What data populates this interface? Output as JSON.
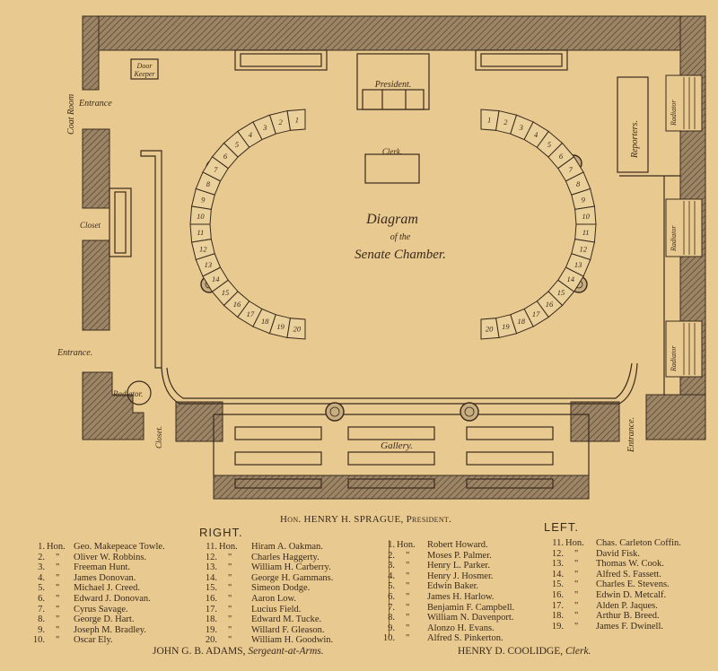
{
  "diagram": {
    "title_line1": "Diagram",
    "title_line2": "of the",
    "title_line3": "Senate Chamber.",
    "labels": {
      "president": "President.",
      "clerk": "Clerk.",
      "reporters": "Reporters.",
      "gallery": "Gallery.",
      "coat_room": "Coat Room",
      "entrance_top": "Entrance",
      "entrance_left": "Entrance.",
      "entrance_right": "Entrance.",
      "closet_left": "Closet",
      "closet_bottom": "Closet.",
      "door_keeper_line1": "Door",
      "door_keeper_line2": "Keeper",
      "radiator_left": "Radiator.",
      "radiator_right": "Radiator"
    },
    "seat_numbers": [
      "1",
      "2",
      "3",
      "4",
      "5",
      "6",
      "7",
      "8",
      "9",
      "10",
      "11",
      "12",
      "13",
      "14",
      "15",
      "16",
      "17",
      "18",
      "19",
      "20"
    ]
  },
  "caption": {
    "president_prefix": "Hon.",
    "president_name": "HENRY H. SPRAGUE,",
    "president_title": "President."
  },
  "headings": {
    "right": "RIGHT.",
    "left": "LEFT."
  },
  "hon": "Hon.",
  "ditto": "\"",
  "right_col1": [
    {
      "n": "1.",
      "name": "Geo. Makepeace Towle."
    },
    {
      "n": "2.",
      "name": "Oliver W. Robbins."
    },
    {
      "n": "3.",
      "name": "Freeman Hunt."
    },
    {
      "n": "4.",
      "name": "James Donovan."
    },
    {
      "n": "5.",
      "name": "Michael J. Creed."
    },
    {
      "n": "6.",
      "name": "Edward J. Donovan."
    },
    {
      "n": "7.",
      "name": "Cyrus Savage."
    },
    {
      "n": "8.",
      "name": "George D. Hart."
    },
    {
      "n": "9.",
      "name": "Joseph M. Bradley."
    },
    {
      "n": "10.",
      "name": "Oscar Ely."
    }
  ],
  "right_col2": [
    {
      "n": "11.",
      "name": "Hiram A. Oakman."
    },
    {
      "n": "12.",
      "name": "Charles Haggerty."
    },
    {
      "n": "13.",
      "name": "William H. Carberry."
    },
    {
      "n": "14.",
      "name": "George H. Gammans."
    },
    {
      "n": "15.",
      "name": "Simeon Dodge."
    },
    {
      "n": "16.",
      "name": "Aaron Low."
    },
    {
      "n": "17.",
      "name": "Lucius Field."
    },
    {
      "n": "18.",
      "name": "Edward M. Tucke."
    },
    {
      "n": "19.",
      "name": "Willard F. Gleason."
    },
    {
      "n": "20.",
      "name": "William H. Goodwin."
    }
  ],
  "left_col1": [
    {
      "n": "1.",
      "name": "Robert Howard."
    },
    {
      "n": "2.",
      "name": "Moses P. Palmer."
    },
    {
      "n": "3.",
      "name": "Henry L. Parker."
    },
    {
      "n": "4.",
      "name": "Henry J. Hosmer."
    },
    {
      "n": "5.",
      "name": "Edwin Baker."
    },
    {
      "n": "6.",
      "name": "James H. Harlow."
    },
    {
      "n": "7.",
      "name": "Benjamin F. Campbell."
    },
    {
      "n": "8.",
      "name": "William N. Davenport."
    },
    {
      "n": "9.",
      "name": "Alonzo H. Evans."
    },
    {
      "n": "10.",
      "name": "Alfred S. Pinkerton."
    }
  ],
  "left_col2": [
    {
      "n": "11.",
      "name": "Chas. Carleton Coffin."
    },
    {
      "n": "12.",
      "name": "David Fisk."
    },
    {
      "n": "13.",
      "name": "Thomas W. Cook."
    },
    {
      "n": "14.",
      "name": "Alfred S. Fassett."
    },
    {
      "n": "15.",
      "name": "Charles E. Stevens."
    },
    {
      "n": "16.",
      "name": "Edwin D. Metcalf."
    },
    {
      "n": "17.",
      "name": "Alden P. Jaques."
    },
    {
      "n": "18.",
      "name": "Arthur B. Breed."
    },
    {
      "n": "19.",
      "name": "James F. Dwinell."
    }
  ],
  "footer": {
    "sergeant_name": "JOHN G. B. ADAMS,",
    "sergeant_title": "Sergeant-at-Arms.",
    "clerk_name": "HENRY D. COOLIDGE,",
    "clerk_title": "Clerk."
  },
  "colors": {
    "paper": "#e8c98f",
    "ink": "#3a2a1c",
    "wall": "#8a7458",
    "seat": "#ead09a"
  }
}
